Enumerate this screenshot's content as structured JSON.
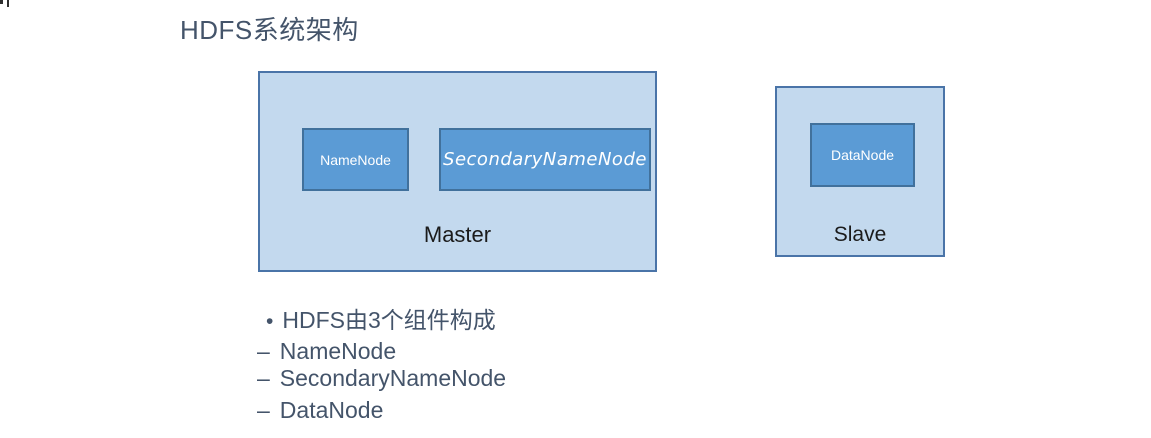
{
  "title": "HDFS系统架构",
  "diagram": {
    "master": {
      "label": "Master",
      "nodes": [
        {
          "label": "NameNode"
        },
        {
          "label": "SecondaryNameNode"
        }
      ]
    },
    "slave": {
      "label": "Slave",
      "nodes": [
        {
          "label": "DataNode"
        }
      ]
    }
  },
  "notes": {
    "items": [
      {
        "marker": "•",
        "text": "HDFS由3个组件构成"
      },
      {
        "marker": "–",
        "text": "NameNode"
      },
      {
        "marker": "–",
        "text": "SecondaryNameNode"
      },
      {
        "marker": "–",
        "text": "DataNode"
      }
    ]
  },
  "colors": {
    "heading_text": "#44546a",
    "list_text": "#44546a",
    "container_fill": "#c3d9ee",
    "container_border": "#4a74a8",
    "node_fill": "#5b9bd5",
    "node_border": "#41719c",
    "node_text": "#ffffff",
    "container_label_text": "#1b1b1b"
  }
}
